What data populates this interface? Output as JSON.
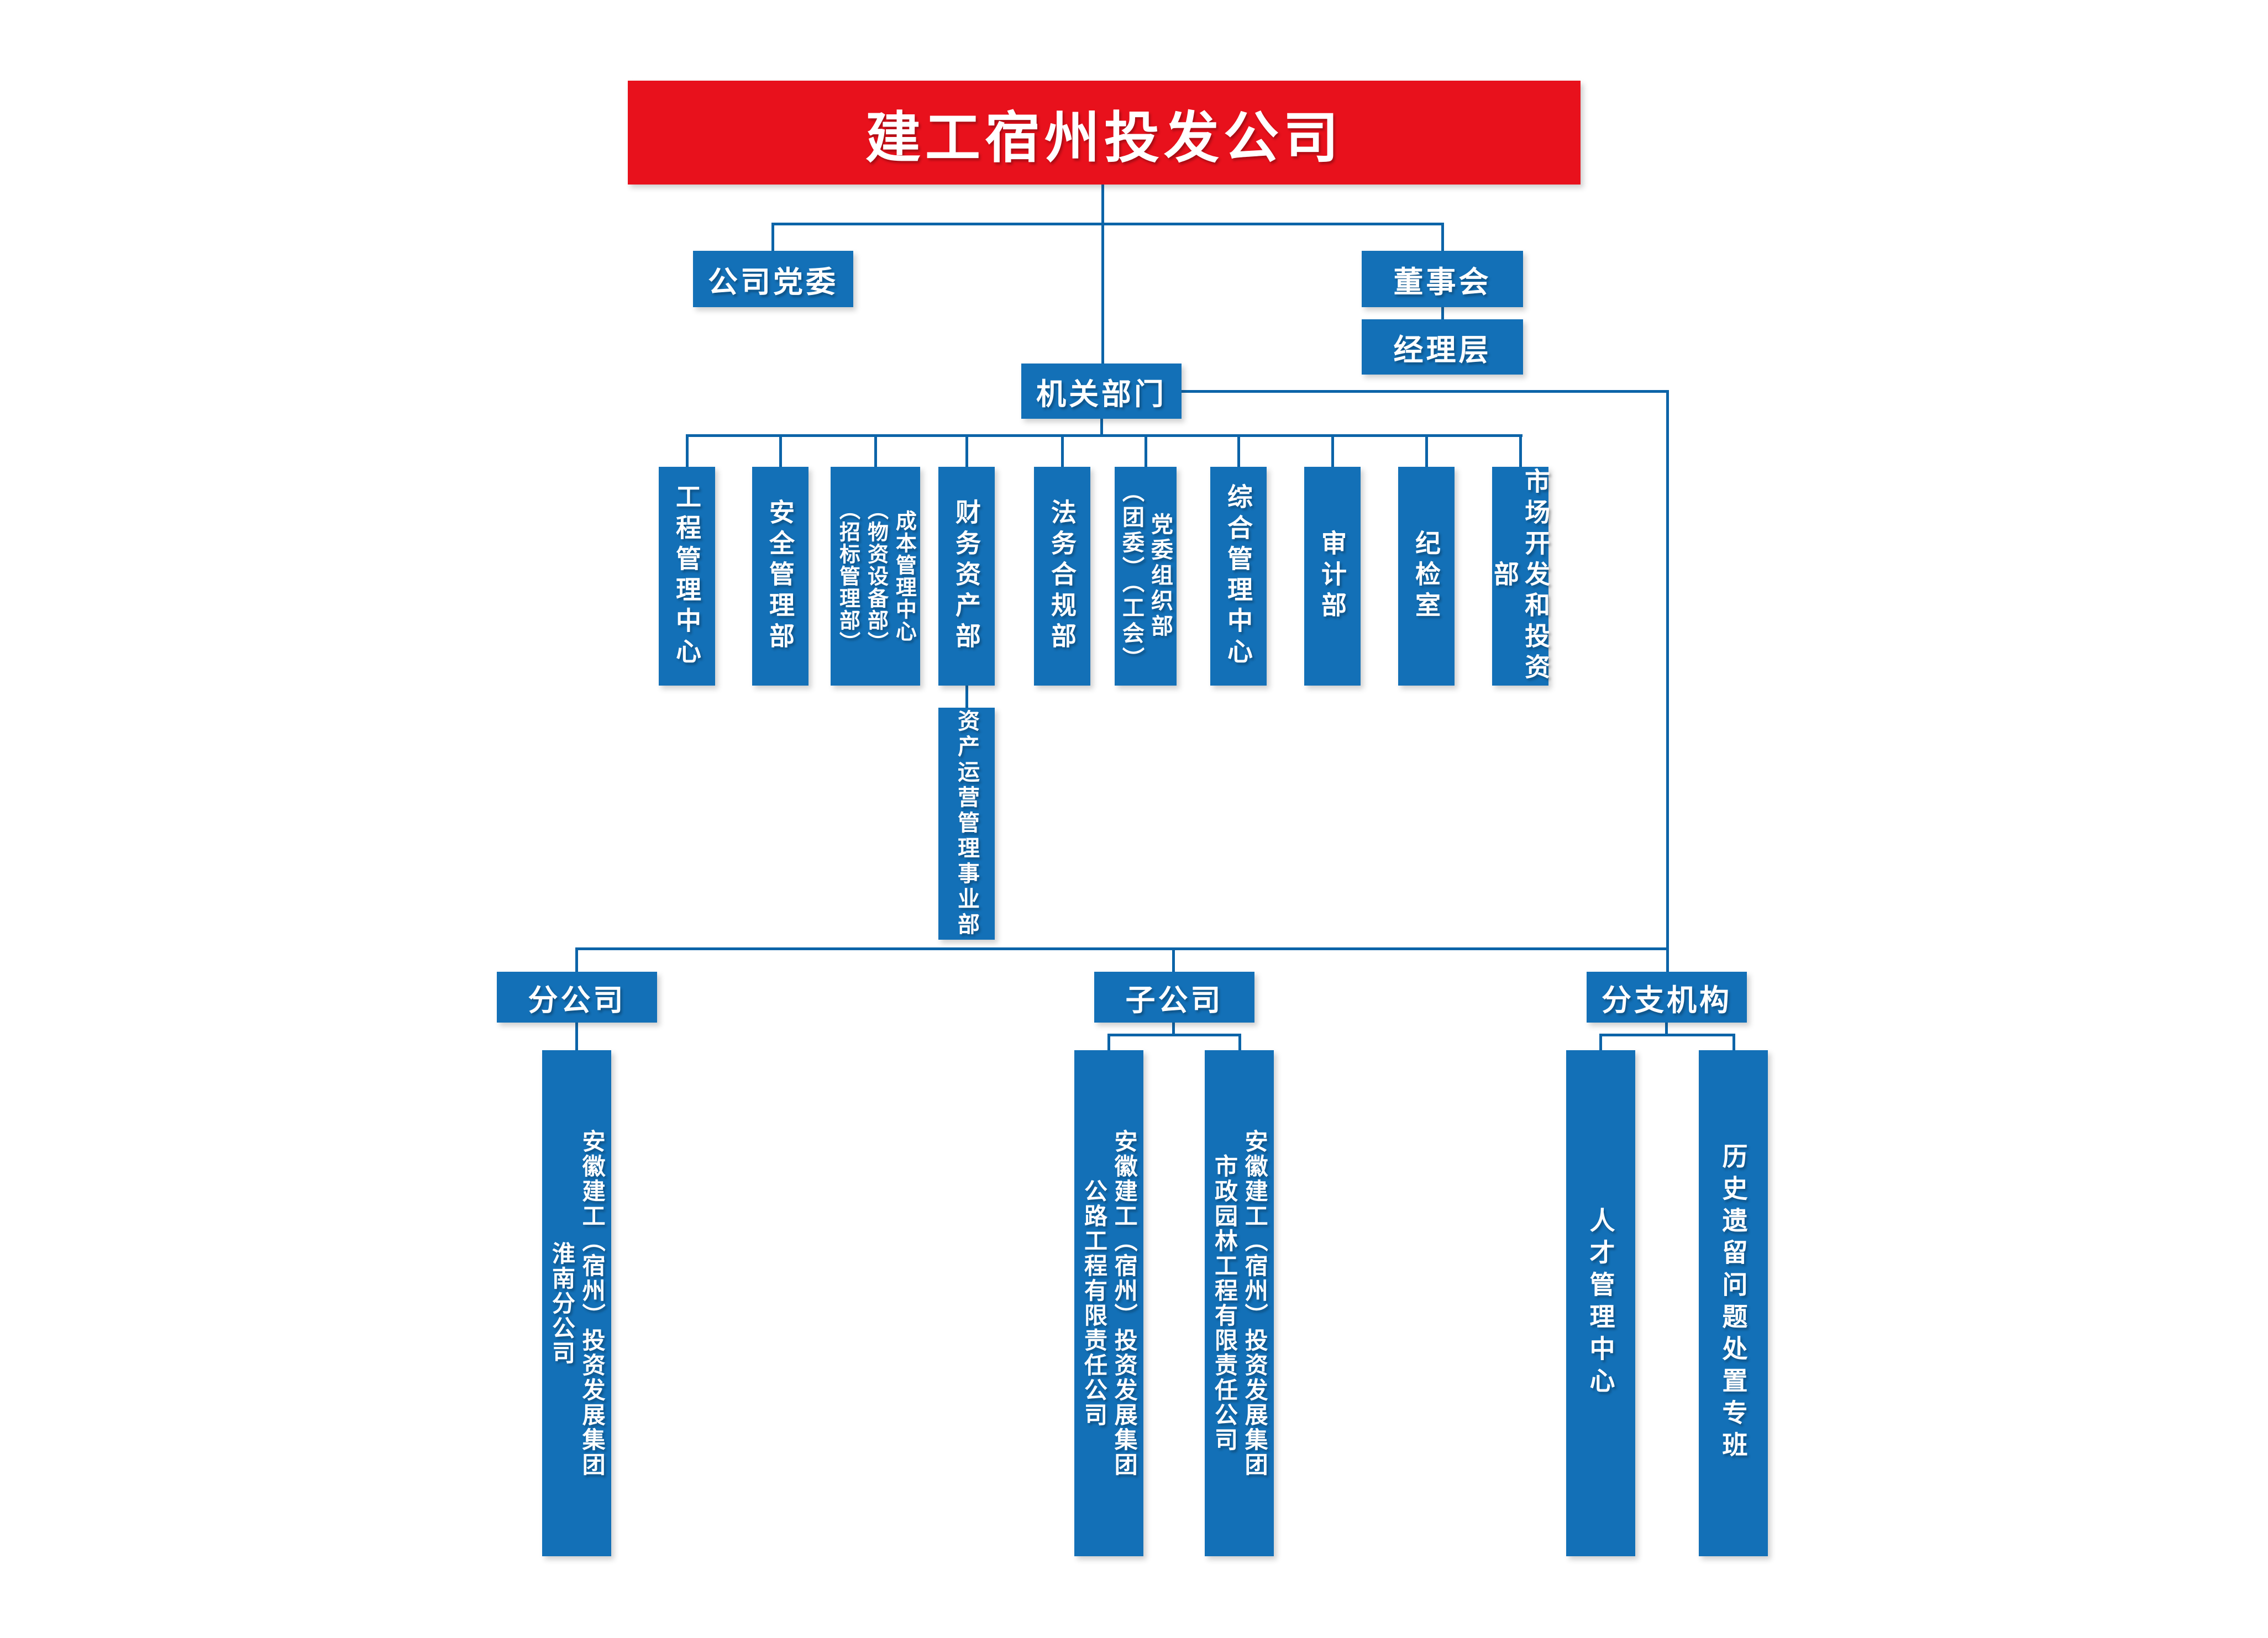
{
  "colors": {
    "brand_red": "#e8111c",
    "box_blue": "#1370b7",
    "connector_blue": "#0c64a8",
    "text_white": "#ffffff",
    "page_bg": "#ffffff"
  },
  "header": {
    "title": "建工宿州投发公司"
  },
  "top": {
    "party_committee": "公司党委",
    "board": "董事会",
    "management": "经理层",
    "organs": "机关部门"
  },
  "departments": [
    {
      "lines": [
        "工程管理中心"
      ]
    },
    {
      "lines": [
        "安全管理部"
      ]
    },
    {
      "lines": [
        "成本管理中心",
        "（物资设备部）",
        "（招标管理部）"
      ]
    },
    {
      "lines": [
        "财务资产部"
      ]
    },
    {
      "lines": [
        "法务合规部"
      ]
    },
    {
      "lines": [
        "党委组织部",
        "（团委）（工会）"
      ]
    },
    {
      "lines": [
        "综合管理中心"
      ]
    },
    {
      "lines": [
        "审计部"
      ]
    },
    {
      "lines": [
        "纪检室"
      ]
    },
    {
      "lines": [
        "市场开发和投资部"
      ]
    }
  ],
  "asset_division": {
    "lines": [
      "资产运营管理事业部"
    ]
  },
  "sections": {
    "branch": {
      "label": "分公司"
    },
    "subs": {
      "label": "子公司"
    },
    "orgs": {
      "label": "分支机构"
    }
  },
  "companies": {
    "huainan": {
      "lines": [
        "安徽建工（宿州）投资发展集团",
        "淮南分公司"
      ]
    },
    "highway": {
      "lines": [
        "安徽建工（宿州）投资发展集团",
        "公路工程有限责任公司"
      ]
    },
    "municipal": {
      "lines": [
        "安徽建工（宿州）投资发展集团",
        "市政园林工程有限责任公司"
      ]
    },
    "talent": {
      "lines": [
        "人才管理中心"
      ]
    },
    "legacy": {
      "lines": [
        "历史遗留问题处置专班"
      ]
    }
  }
}
